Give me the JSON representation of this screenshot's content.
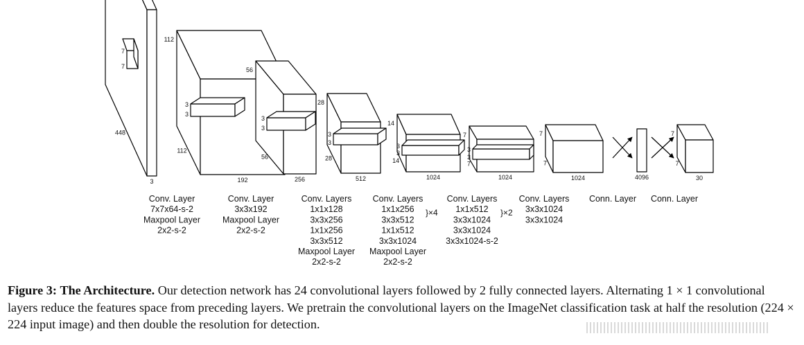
{
  "blocks": [
    {
      "labels": {
        "height": "448",
        "depth": "448",
        "channels": "3",
        "kh": "7",
        "kw": "7"
      }
    },
    {
      "labels": {
        "height": "112",
        "depth": "112",
        "channels": "192",
        "kh": "3",
        "kw": "3"
      }
    },
    {
      "labels": {
        "height": "56",
        "depth": "56",
        "channels": "256",
        "kh": "3",
        "kw": "3"
      }
    },
    {
      "labels": {
        "height": "28",
        "depth": "28",
        "channels": "512",
        "kh": "3",
        "kw": "3"
      }
    },
    {
      "labels": {
        "height": "14",
        "depth": "14",
        "channels": "1024",
        "kh": "3",
        "kw": "3"
      }
    },
    {
      "labels": {
        "height": "7",
        "depth": "7",
        "channels": "1024",
        "kh": "3",
        "kw": "3"
      }
    },
    {
      "labels": {
        "height": "7",
        "depth": "7",
        "channels": "1024",
        "kh": "",
        "kw": ""
      }
    },
    {
      "labels": {
        "height": "",
        "depth": "",
        "channels": "4096",
        "kh": "",
        "kw": ""
      }
    },
    {
      "labels": {
        "height": "7",
        "depth": "7",
        "channels": "30",
        "kh": "",
        "kw": ""
      }
    }
  ],
  "layer_descriptions": [
    {
      "lines": [
        "Conv. Layer",
        "7x7x64-s-2",
        "Maxpool Layer",
        "2x2-s-2"
      ]
    },
    {
      "lines": [
        "Conv. Layer",
        "3x3x192",
        "Maxpool Layer",
        "2x2-s-2"
      ]
    },
    {
      "lines": [
        "Conv. Layers",
        "1x1x128",
        "3x3x256",
        "1x1x256",
        "3x3x512",
        "Maxpool Layer",
        "2x2-s-2"
      ]
    },
    {
      "lines": [
        "Conv. Layers",
        "1x1x256",
        "3x3x512",
        "1x1x512",
        "3x3x1024",
        "Maxpool Layer",
        "2x2-s-2"
      ],
      "repeat": "}×4"
    },
    {
      "lines": [
        "Conv. Layers",
        "1x1x512",
        "3x3x1024",
        "3x3x1024",
        "3x3x1024-s-2"
      ],
      "repeat": "}×2"
    },
    {
      "lines": [
        "Conv. Layers",
        "3x3x1024",
        "3x3x1024"
      ]
    },
    {
      "lines": [
        "Conn. Layer"
      ]
    },
    {
      "lines": [
        "Conn. Layer"
      ]
    }
  ],
  "caption": {
    "label": "Figure 3:",
    "title": "The Architecture.",
    "text": " Our detection network has 24 convolutional layers followed by 2 fully connected layers. Alternating 1 × 1 convolutional layers reduce the features space from preceding layers. We pretrain the convolutional layers on the ImageNet classification task at half the resolution (224 × 224 input image) and then double the resolution for detection."
  }
}
